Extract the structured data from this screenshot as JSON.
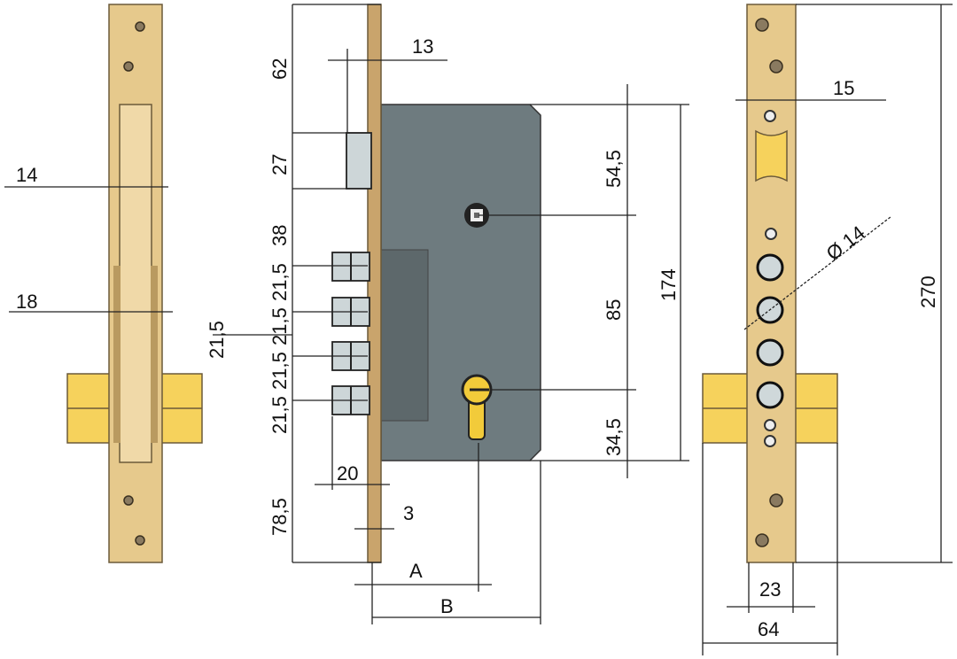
{
  "title": "Mortise lock dimension drawing",
  "colors": {
    "plate": "#e6c98c",
    "case": "#6e7b7f",
    "cylinder": "#f6d25c",
    "bolt": "#cdd6d8"
  },
  "front_view": {
    "dims": {
      "bolt_width": "14",
      "plate_width": "18"
    }
  },
  "side_view": {
    "left_dims": [
      "62",
      "27",
      "38",
      "21,5",
      "21,5",
      "21,5",
      "21,5",
      "78,5"
    ],
    "bolt_spacing": "21,5",
    "latch_offset": "13",
    "bolt_throw": "20",
    "plate_thickness": "3",
    "dim_a": "A",
    "dim_b": "B",
    "right_dims": {
      "top": "54,5",
      "center": "85",
      "bottom": "34,5",
      "case_height": "174"
    }
  },
  "plate_view": {
    "dims": {
      "latch_offset": "15",
      "hole_diameter": "Ø 14",
      "total_height": "270",
      "plate_width": "23",
      "cylinder_width": "64"
    }
  }
}
